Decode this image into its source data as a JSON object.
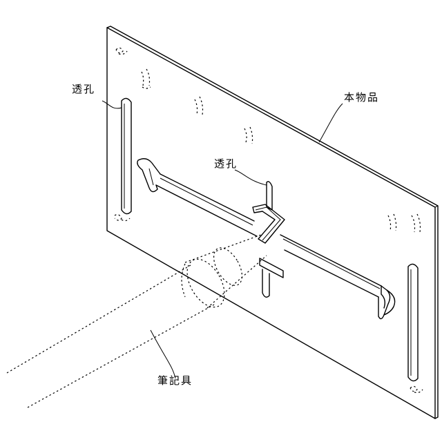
{
  "labels": {
    "hole_left": "透孔",
    "hole_center": "透孔",
    "object": "本物品",
    "writing_tool": "筆記具"
  }
}
